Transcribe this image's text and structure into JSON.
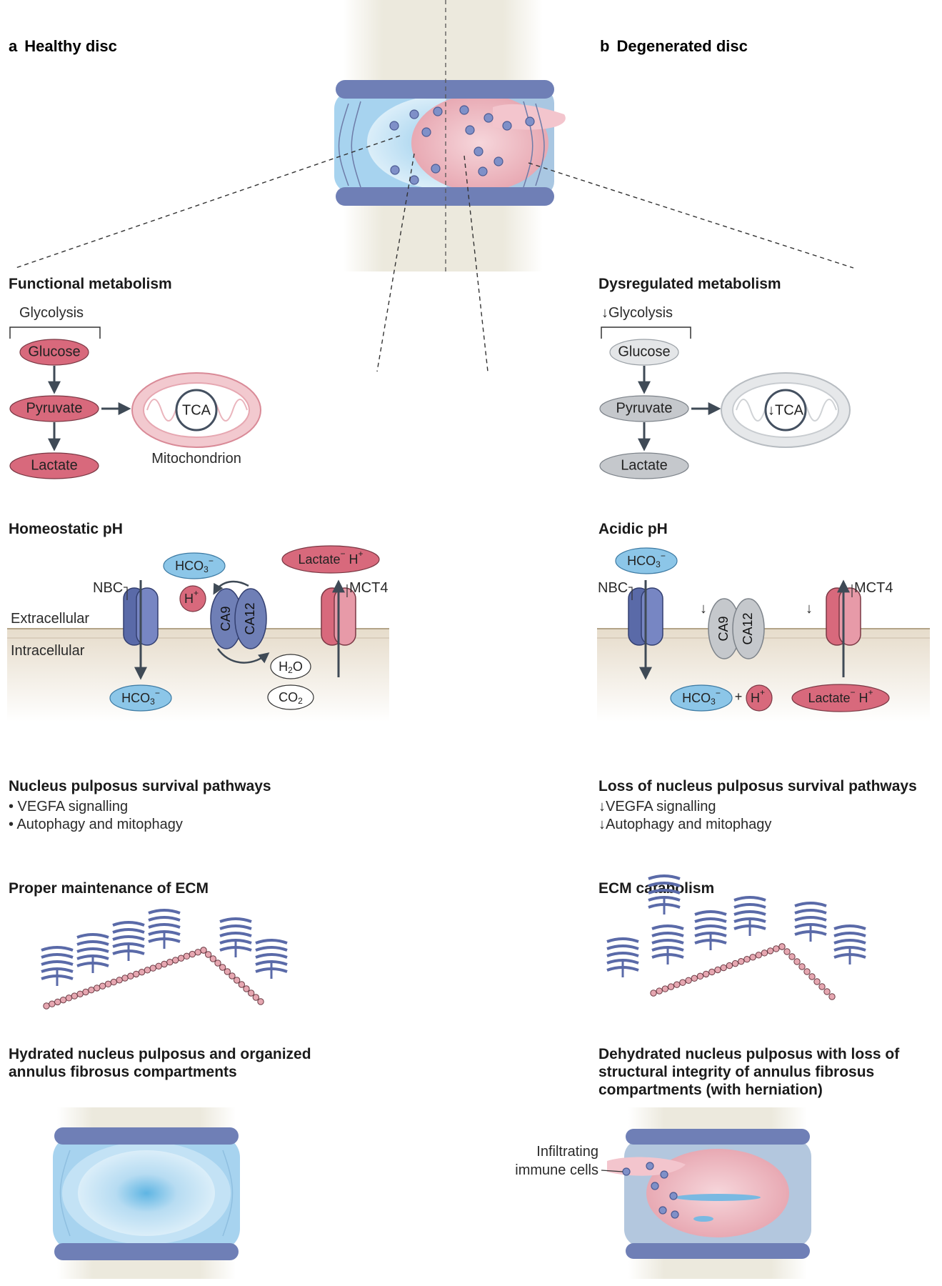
{
  "panel_a": {
    "letter": "a",
    "title": "Healthy disc",
    "metabolism": {
      "heading": "Functional metabolism",
      "glycolysis_label": "Glycolysis",
      "glucose": "Glucose",
      "pyruvate": "Pyruvate",
      "lactate": "Lactate",
      "tca": "TCA",
      "mitochondrion": "Mitochondrion"
    },
    "ph": {
      "heading": "Homeostatic pH",
      "nbc": "NBC",
      "mct4": "MCT4",
      "extracellular": "Extracellular",
      "intracellular": "Intracellular",
      "hco3": "HCO",
      "hco3_sub": "3",
      "hco3_sup": "−",
      "h": "H",
      "h_sup": "+",
      "ca9": "CA9",
      "ca12": "CA12",
      "h2o_a": "H",
      "h2o_sub": "2",
      "h2o_b": "O",
      "co2_a": "CO",
      "co2_sub": "2",
      "lactate_h": "Lactate",
      "lactate_sup": "−",
      "lactate_h2": " H",
      "lactate_h2_sup": "+"
    },
    "survival": {
      "heading": "Nucleus pulposus survival pathways",
      "items": [
        "• VEGFA signalling",
        "• Autophagy and mitophagy"
      ]
    },
    "ecm_heading": "Proper maintenance of ECM",
    "bottom_heading_line1": "Hydrated nucleus pulposus and organized",
    "bottom_heading_line2": "annulus fibrosus compartments"
  },
  "panel_b": {
    "letter": "b",
    "title": "Degenerated disc",
    "metabolism": {
      "heading": "Dysregulated metabolism",
      "glycolysis_label": "↓Glycolysis",
      "glucose": "Glucose",
      "pyruvate": "Pyruvate",
      "lactate": "Lactate",
      "tca": "↓TCA"
    },
    "ph": {
      "heading": "Acidic pH",
      "nbc": "NBC",
      "mct4": "MCT4",
      "down_arrow": "↓",
      "ca9": "CA9",
      "ca12": "CA12",
      "hco3": "HCO",
      "hco3_sub": "3",
      "hco3_sup": "−",
      "plus": "+",
      "h": "H",
      "h_sup": "+",
      "lactate_h": "Lactate",
      "lactate_sup": "−",
      "lactate_h2": " H",
      "lactate_h2_sup": "+"
    },
    "survival": {
      "heading": "Loss of nucleus pulposus survival pathways",
      "items": [
        "↓VEGFA signalling",
        "↓Autophagy and mitophagy"
      ]
    },
    "ecm_heading": "ECM catabolism",
    "bottom_heading_line1": "Dehydrated nucleus pulposus with loss of",
    "bottom_heading_line2": "structural integrity of annulus fibrosus",
    "bottom_heading_line3": "compartments (with herniation)",
    "infiltrating_line1": "Infiltrating",
    "infiltrating_line2": "immune cells"
  },
  "colors": {
    "pink": "#d8697c",
    "pink_light": "#f2c9cf",
    "blue": "#8cc6e8",
    "blue_light": "#cfe7f6",
    "navy": "#5a6aa8",
    "grey": "#c5c8cc",
    "bone": "#e9e6d9",
    "membrane": "#d9ccb6"
  }
}
